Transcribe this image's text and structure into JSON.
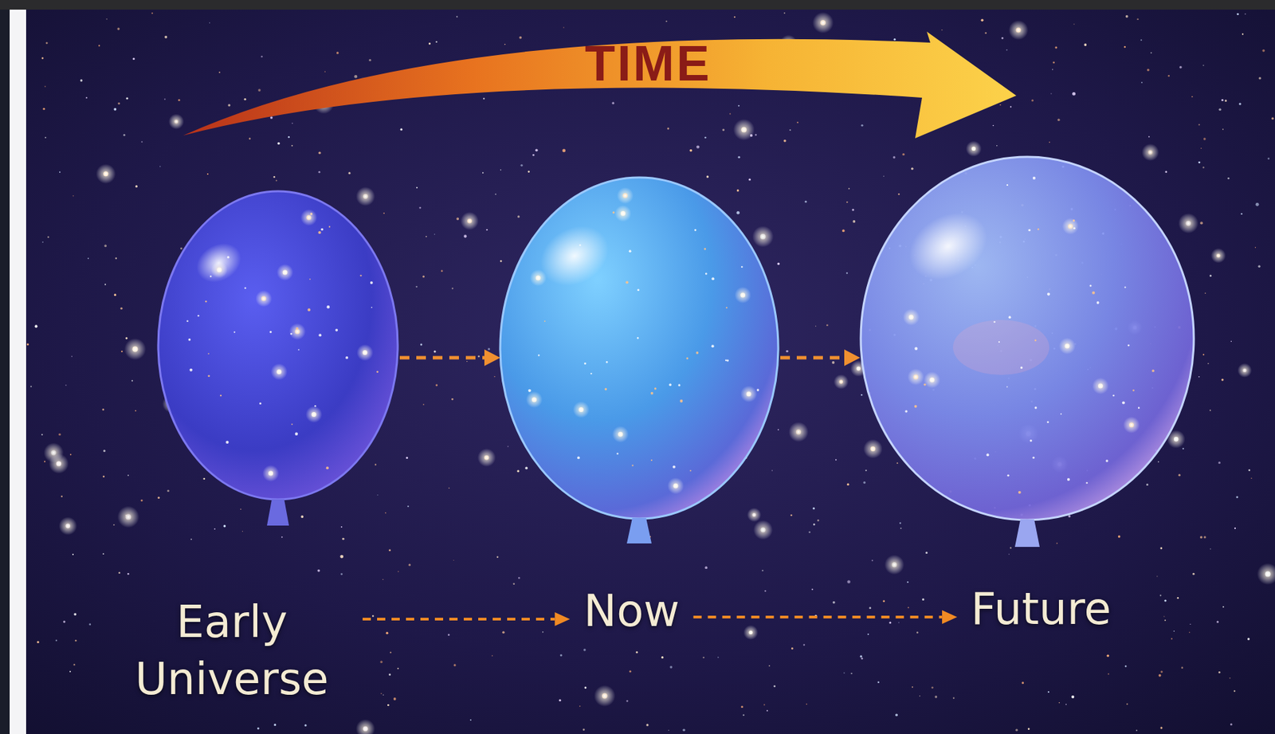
{
  "diagram": {
    "nodes": [
      {
        "text": [
          "Early Universe"
        ]
      },
      {
        "text": [
          "Now"
        ]
      },
      {
        "text": [
          "Future"
        ]
      }
    ],
    "edges": [
      {
        "from": 0,
        "to": 1,
        "arrow": "to"
      },
      {
        "from": 1,
        "to": 2,
        "arrow": "to"
      }
    ],
    "labels": [
      "TIME"
    ]
  }
}
